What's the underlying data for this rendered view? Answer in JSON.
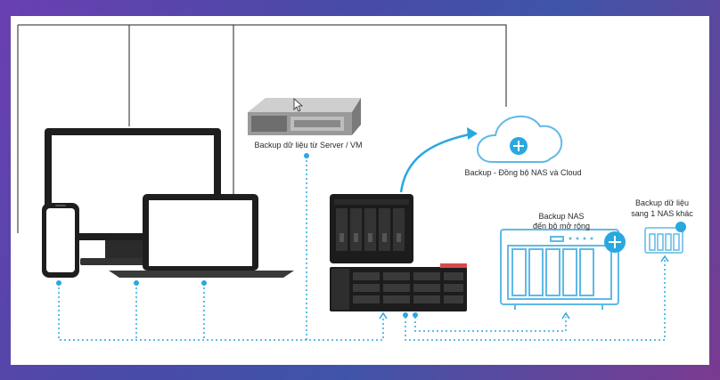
{
  "labels": {
    "server": "Backup dữ liệu từ Server / VM",
    "cloud": "Backup - Đồng bộ NAS và Cloud",
    "nas_expansion_line1": "Backup NAS",
    "nas_expansion_line2": "đến bộ mở rộng",
    "nas_other_line1": "Backup dữ liệu",
    "nas_other_line2": "sang 1 NAS khác"
  },
  "colors": {
    "accent": "#29a8e0",
    "outline": "#5fb9e6",
    "device_dark": "#1e1e1e",
    "background_purple": "#5a3aa8"
  }
}
